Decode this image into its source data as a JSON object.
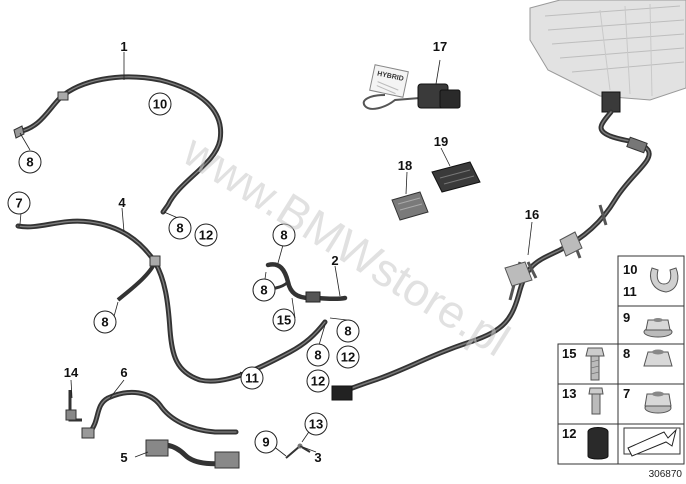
{
  "diagram": {
    "watermark": "www.BMWstore.pl",
    "document_number": "306870",
    "callouts": {
      "c1": "1",
      "c2": "2",
      "c3": "3",
      "c4": "4",
      "c5": "5",
      "c6": "6",
      "c7": "7",
      "c8a": "8",
      "c8b": "8",
      "c8c": "8",
      "c8d": "8",
      "c8e": "8",
      "c8f": "8",
      "c8g": "8",
      "c9": "9",
      "c10": "10",
      "c11": "11",
      "c12a": "12",
      "c12b": "12",
      "c12c": "12",
      "c13": "13",
      "c14": "14",
      "c15": "15",
      "c16": "16",
      "c17": "17",
      "c18": "18",
      "c19": "19"
    },
    "hybrid_tag": "HYBRID",
    "legend": {
      "clip_numbers": [
        "10",
        "11"
      ],
      "cell_9": "9",
      "cell_15": "15",
      "cell_8": "8",
      "cell_13": "13",
      "cell_7": "7",
      "cell_12": "12"
    }
  }
}
